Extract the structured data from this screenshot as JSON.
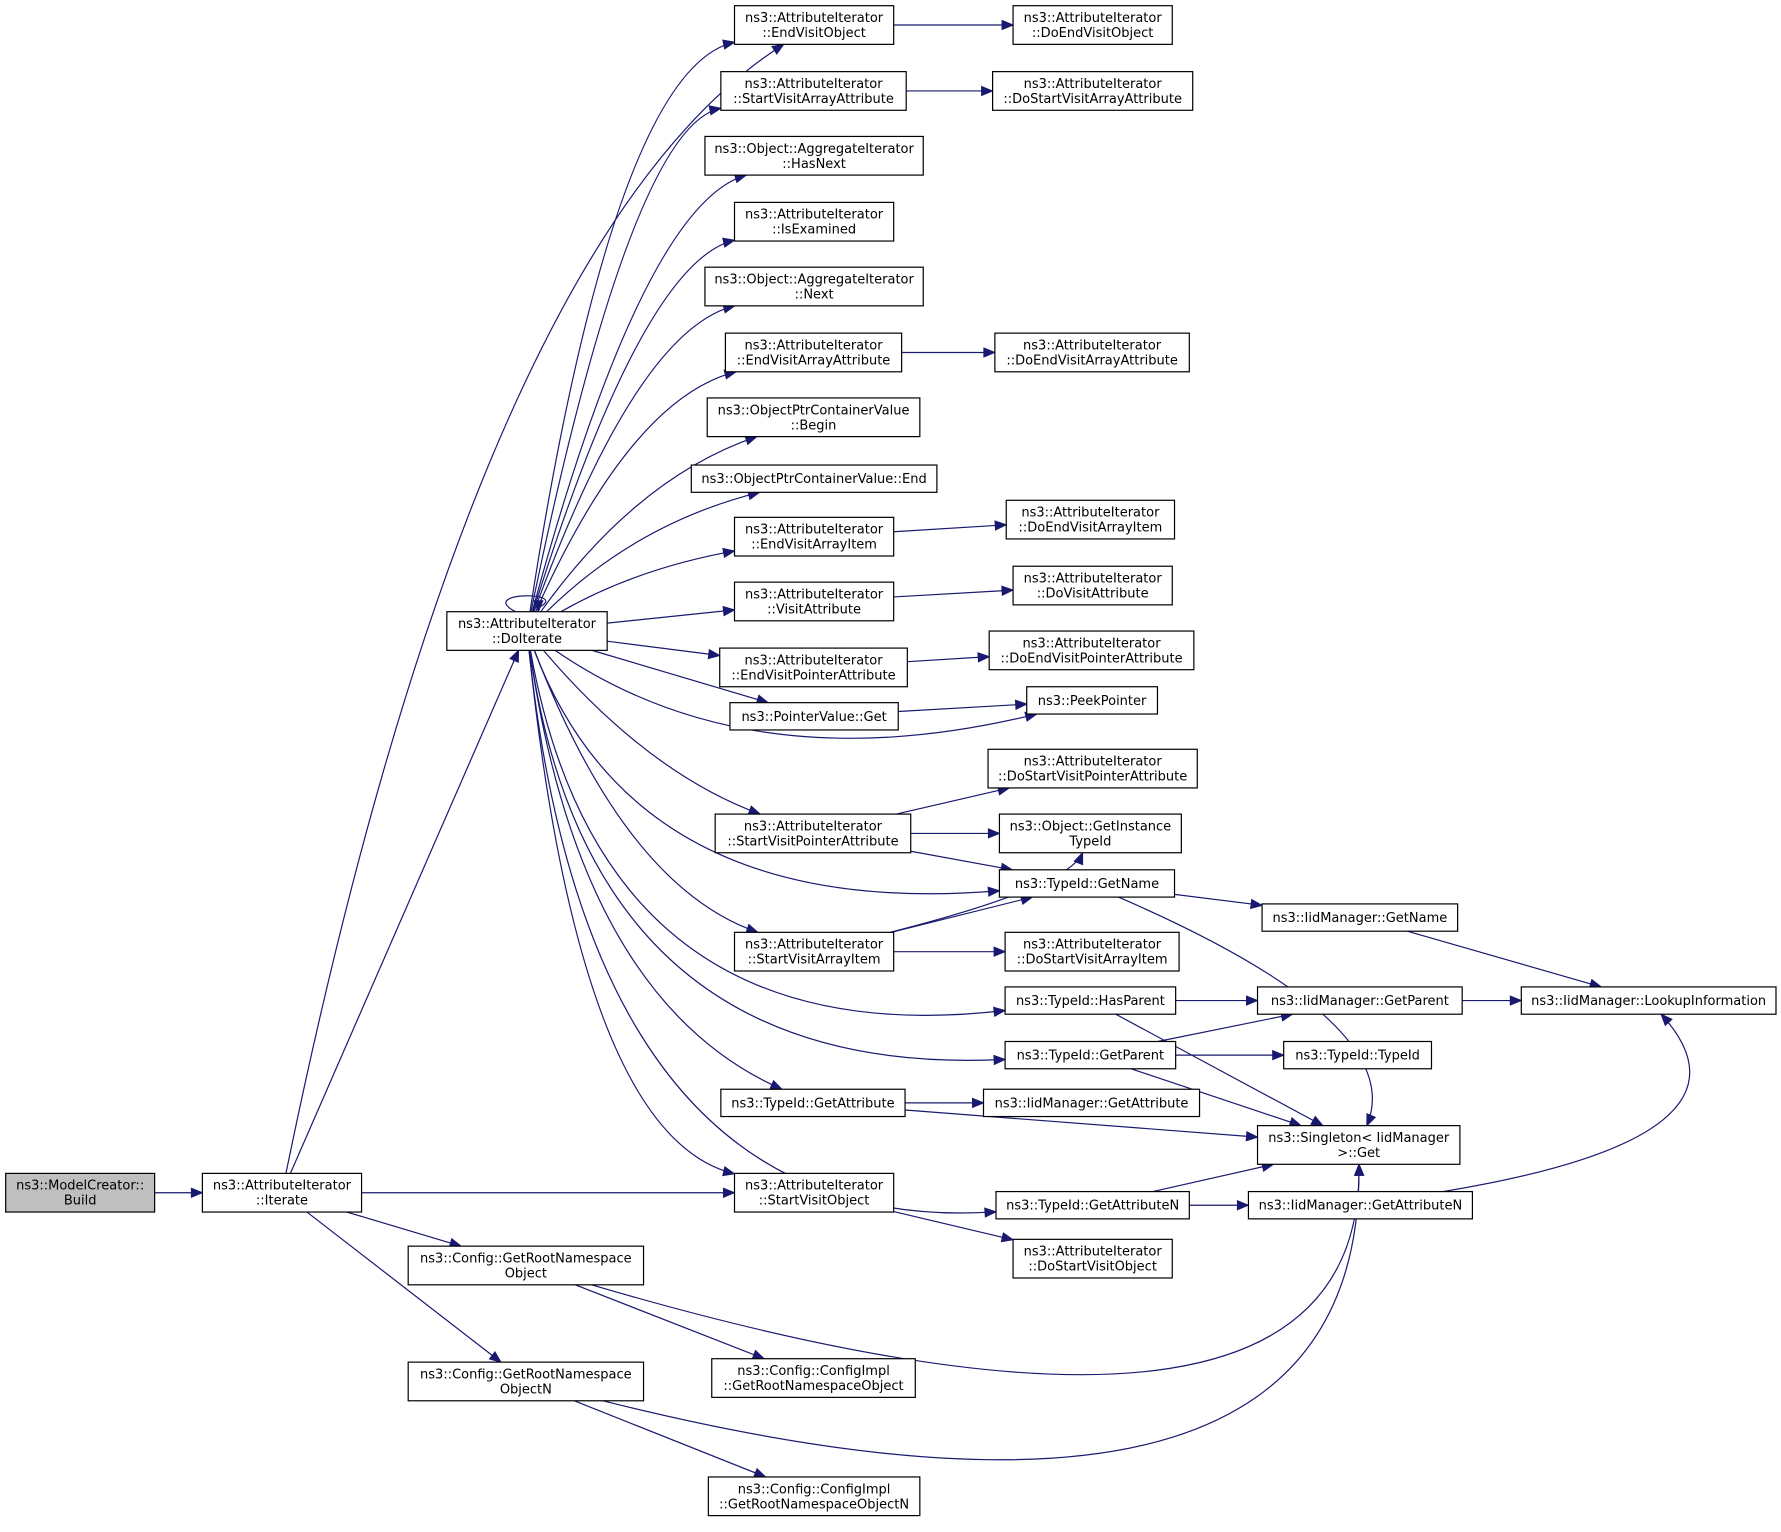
{
  "graph": {
    "nodes": {
      "build": [
        "ns3::ModelCreator::",
        "Build"
      ],
      "iterate": [
        "ns3::AttributeIterator",
        "::Iterate"
      ],
      "doiterate": [
        "ns3::AttributeIterator",
        "::DoIterate"
      ],
      "getrootns": [
        "ns3::Config::GetRootNamespace",
        "Object"
      ],
      "getrootnsn": [
        "ns3::Config::GetRootNamespace",
        "ObjectN"
      ],
      "startvisitobject": [
        "ns3::AttributeIterator",
        "::StartVisitObject"
      ],
      "endvisitobject": [
        "ns3::AttributeIterator",
        "::EndVisitObject"
      ],
      "doendvisitobject": [
        "ns3::AttributeIterator",
        "::DoEndVisitObject"
      ],
      "startvisitarrayattr": [
        "ns3::AttributeIterator",
        "::StartVisitArrayAttribute"
      ],
      "dostartvisitarrayattr": [
        "ns3::AttributeIterator",
        "::DoStartVisitArrayAttribute"
      ],
      "aggr_hasnext": [
        "ns3::Object::AggregateIterator",
        "::HasNext"
      ],
      "isexamined": [
        "ns3::AttributeIterator",
        "::IsExamined"
      ],
      "aggr_next": [
        "ns3::Object::AggregateIterator",
        "::Next"
      ],
      "endvisitarrayattr": [
        "ns3::AttributeIterator",
        "::EndVisitArrayAttribute"
      ],
      "doendvisitarrayattr": [
        "ns3::AttributeIterator",
        "::DoEndVisitArrayAttribute"
      ],
      "optrbegin": [
        "ns3::ObjectPtrContainerValue",
        "::Begin"
      ],
      "optrend": [
        "ns3::ObjectPtrContainerValue::End"
      ],
      "endvisitarrayitem": [
        "ns3::AttributeIterator",
        "::EndVisitArrayItem"
      ],
      "doendvisitarrayitem": [
        "ns3::AttributeIterator",
        "::DoEndVisitArrayItem"
      ],
      "visitattribute": [
        "ns3::AttributeIterator",
        "::VisitAttribute"
      ],
      "dovisitattribute": [
        "ns3::AttributeIterator",
        "::DoVisitAttribute"
      ],
      "endvisitptrattr": [
        "ns3::AttributeIterator",
        "::EndVisitPointerAttribute"
      ],
      "doendvisitptrattr": [
        "ns3::AttributeIterator",
        "::DoEndVisitPointerAttribute"
      ],
      "pointervalueget": [
        "ns3::PointerValue::Get"
      ],
      "peekpointer": [
        "ns3::PeekPointer"
      ],
      "startvisitptrattr": [
        "ns3::AttributeIterator",
        "::StartVisitPointerAttribute"
      ],
      "dostartvisitptrattr": [
        "ns3::AttributeIterator",
        "::DoStartVisitPointerAttribute"
      ],
      "getinstancetypeid": [
        "ns3::Object::GetInstance",
        "TypeId"
      ],
      "typeidgetname": [
        "ns3::TypeId::GetName"
      ],
      "iidgetname": [
        "ns3::IidManager::GetName"
      ],
      "startvisitarrayitem": [
        "ns3::AttributeIterator",
        "::StartVisitArrayItem"
      ],
      "dostartvisitarrayitem": [
        "ns3::AttributeIterator",
        "::DoStartVisitArrayItem"
      ],
      "hasparent": [
        "ns3::TypeId::HasParent"
      ],
      "iidgetparent": [
        "ns3::IidManager::GetParent"
      ],
      "lookupinfo": [
        "ns3::IidManager::LookupInformation"
      ],
      "getparent": [
        "ns3::TypeId::GetParent"
      ],
      "typeidctor": [
        "ns3::TypeId::TypeId"
      ],
      "getattribute": [
        "ns3::TypeId::GetAttribute"
      ],
      "iidgetattribute": [
        "ns3::IidManager::GetAttribute"
      ],
      "singletonget": [
        "ns3::Singleton< IidManager",
        ">::Get"
      ],
      "getattributen": [
        "ns3::TypeId::GetAttributeN"
      ],
      "iidgetattributen": [
        "ns3::IidManager::GetAttributeN"
      ],
      "dostartvisitobject": [
        "ns3::AttributeIterator",
        "::DoStartVisitObject"
      ],
      "configimplgetroot": [
        "ns3::Config::ConfigImpl",
        "::GetRootNamespaceObject"
      ],
      "configimplgetrootn": [
        "ns3::Config::ConfigImpl",
        "::GetRootNamespaceObjectN"
      ]
    }
  },
  "style": {
    "edge_color": "#191970",
    "root_fill": "#bfbfbf",
    "node_fill": "#ffffff",
    "border_color": "#000000"
  }
}
